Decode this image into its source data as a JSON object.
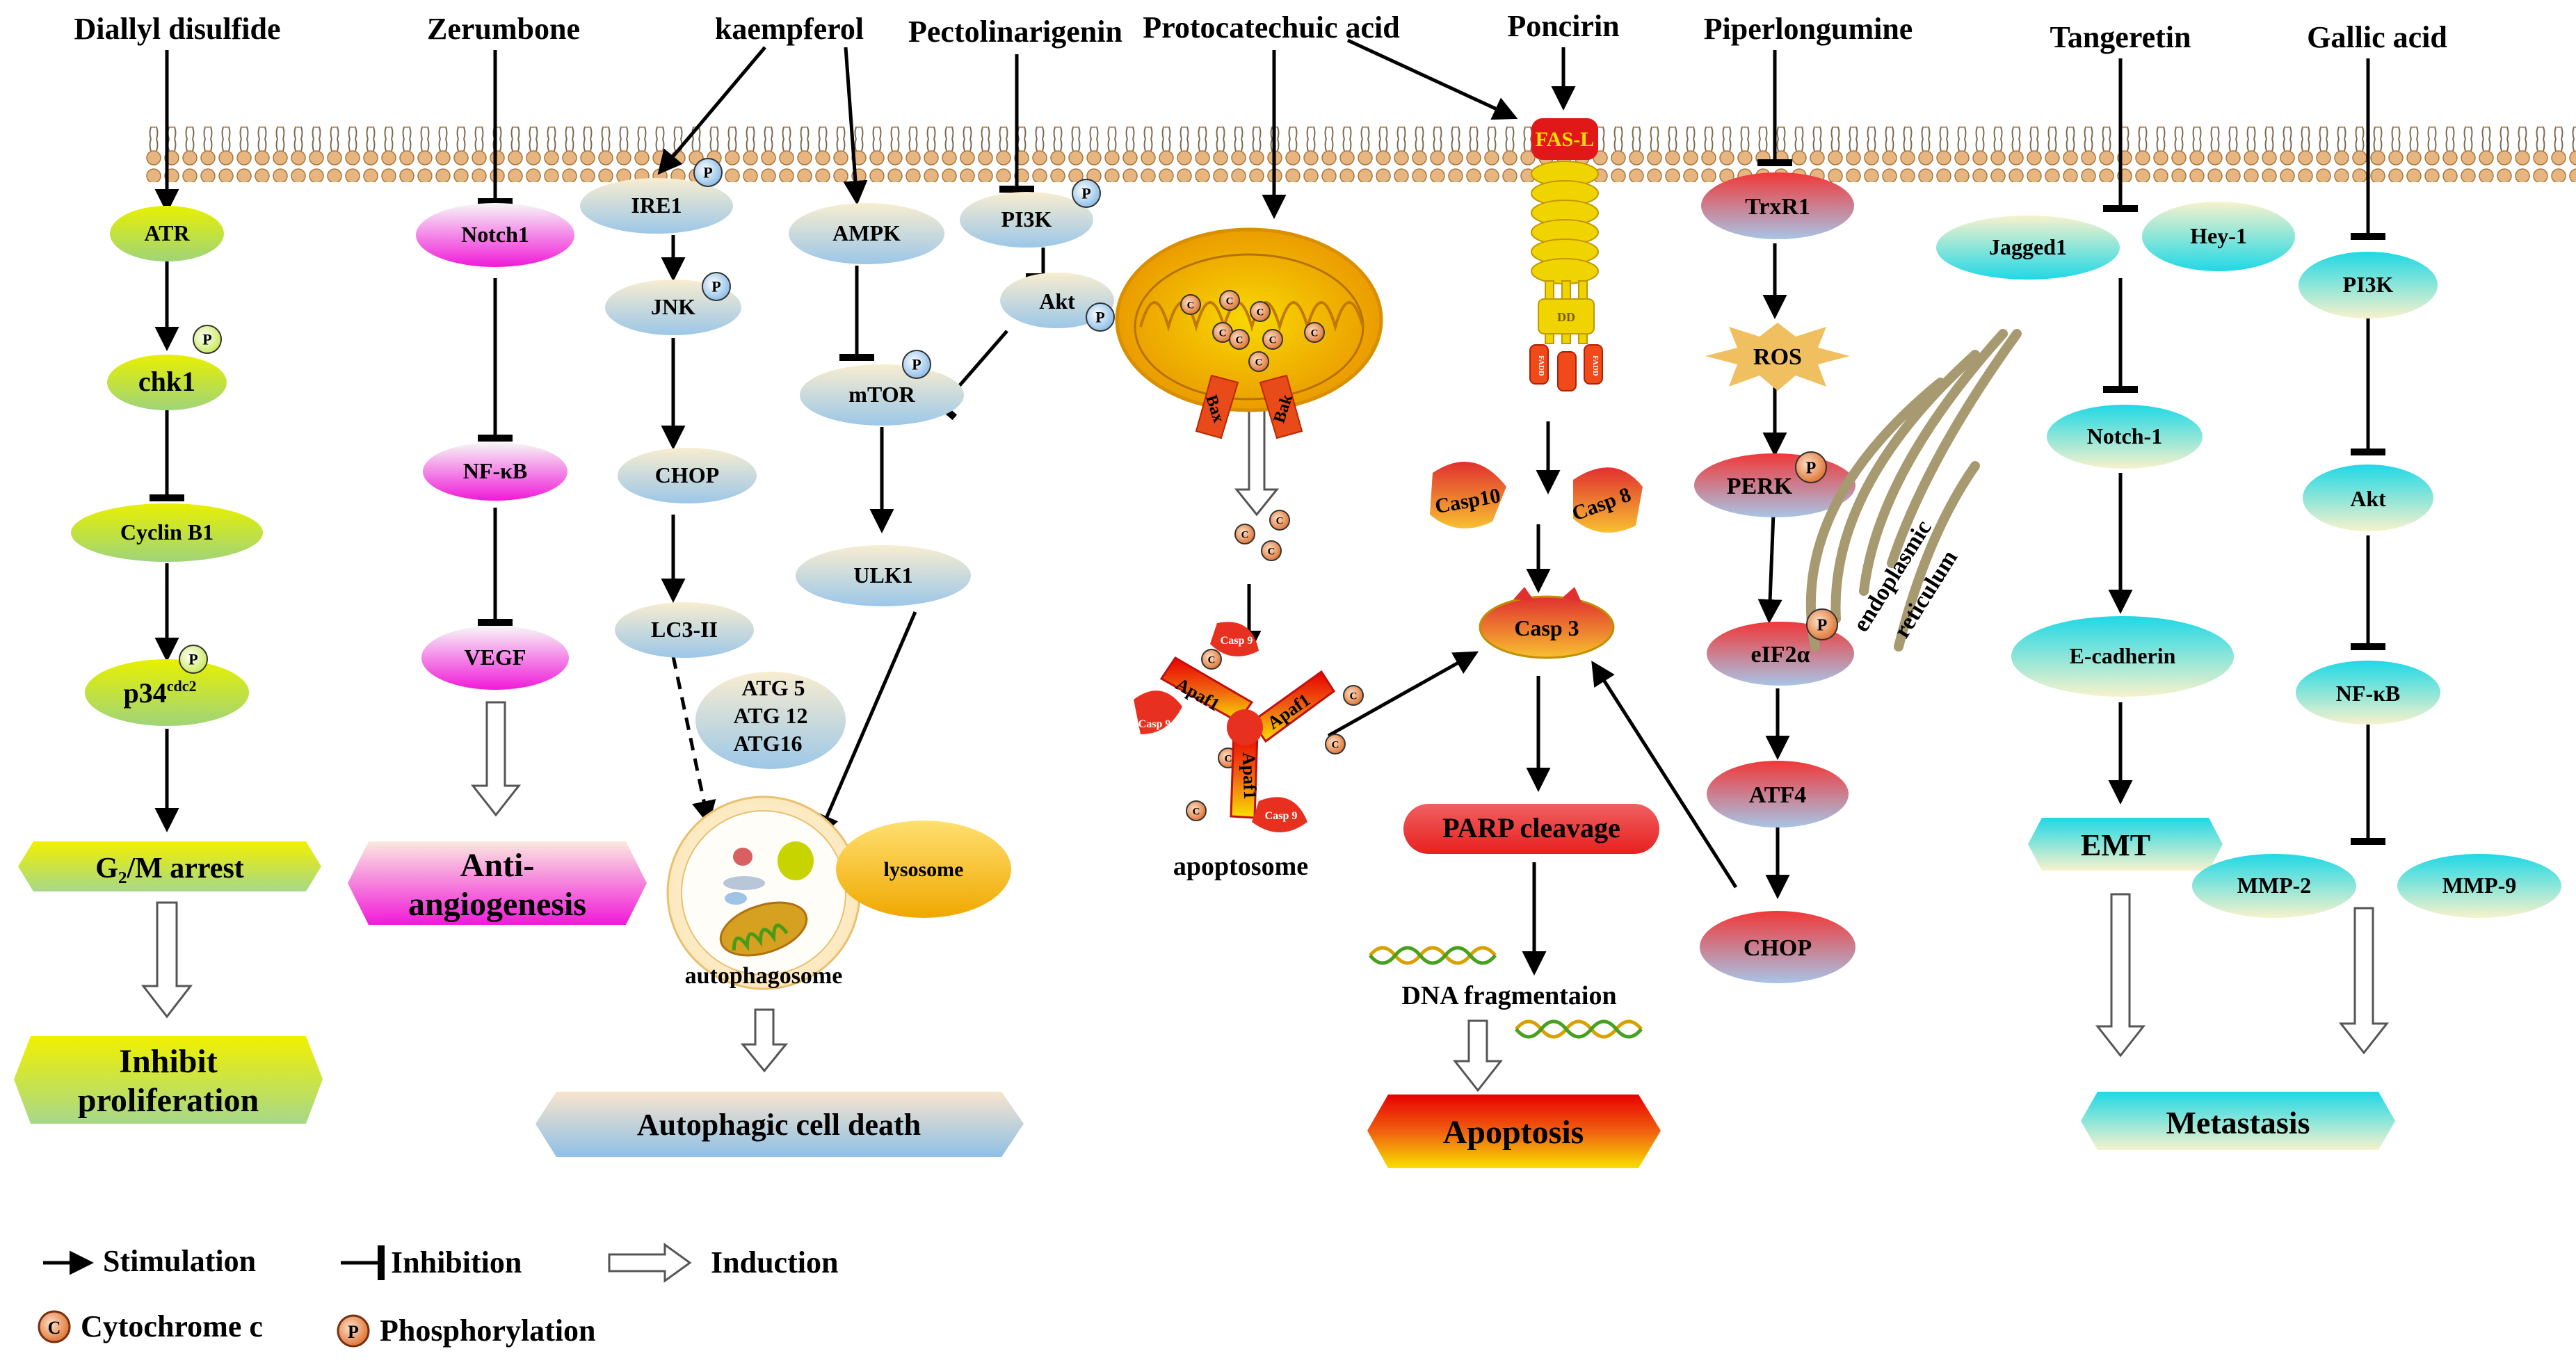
{
  "compounds": {
    "diallyl": "Diallyl disulfide",
    "zerumbone": "Zerumbone",
    "kaempferol": "kaempferol",
    "pectolinarigenin": "Pectolinarigenin",
    "protocatechuic": "Protocatechuic acid",
    "poncirin": "Poncirin",
    "piperlongumine": "Piperlongumine",
    "tangeretin": "Tangeretin",
    "gallic": "Gallic acid"
  },
  "nodes": {
    "atr": "ATR",
    "chk1": "chk1",
    "cyclinB1": "Cyclin B1",
    "p34": "p34",
    "p34_sup": "cdc2",
    "notch1": "Notch1",
    "nfkb_z": "NF-κB",
    "vegf": "VEGF",
    "ire1": "IRE1",
    "jnk": "JNK",
    "chop_k": "CHOP",
    "lc3": "LC3-II",
    "atg5": "ATG 5",
    "atg12": "ATG 12",
    "atg16": "ATG16",
    "ampk": "AMPK",
    "mtor": "mTOR",
    "ulk1": "ULK1",
    "pi3k_p": "PI3K",
    "akt_p": "Akt",
    "lysosome": "lysosome",
    "autophagosome": "autophagosome",
    "apoptosome": "apoptosome",
    "apaf1": "Apaf1",
    "casp9": "Casp 9",
    "bax": "Bax",
    "bak": "Bak",
    "fasl": "FAS-L",
    "dd": "DD",
    "fadd": "FADD",
    "casp10": "Casp10",
    "casp8": "Casp 8",
    "casp3": "Casp 3",
    "parp": "PARP cleavage",
    "dnafrag": "DNA fragmentaion",
    "trxr1": "TrxR1",
    "ros": "ROS",
    "perk": "PERK",
    "eif2a": "eIF2α",
    "atf4": "ATF4",
    "chop_p": "CHOP",
    "er1": "endoplasmic",
    "er2": "reticulum",
    "jagged1": "Jagged1",
    "hey1": "Hey-1",
    "notch1_t": "Notch-1",
    "ecad": "E-cadherin",
    "emt": "EMT",
    "pi3k_g": "PI3K",
    "akt_g": "Akt",
    "nfkb_g": "NF-κB",
    "mmp2": "MMP-2",
    "mmp9": "MMP-9",
    "p": "P",
    "c": "C"
  },
  "outcomes": {
    "g2m": "G₂/M arrest",
    "inhibit1": "Inhibit",
    "inhibit2": "proliferation",
    "anti1": "Anti-",
    "anti2": "angiogenesis",
    "autophagic": "Autophagic cell death",
    "apoptosis": "Apoptosis",
    "metastasis": "Metastasis"
  },
  "legend": {
    "stimulation": "Stimulation",
    "inhibition": "Inhibition",
    "induction": "Induction",
    "cytochrome": "Cytochrome c",
    "phosphorylation": "Phosphorylation"
  }
}
